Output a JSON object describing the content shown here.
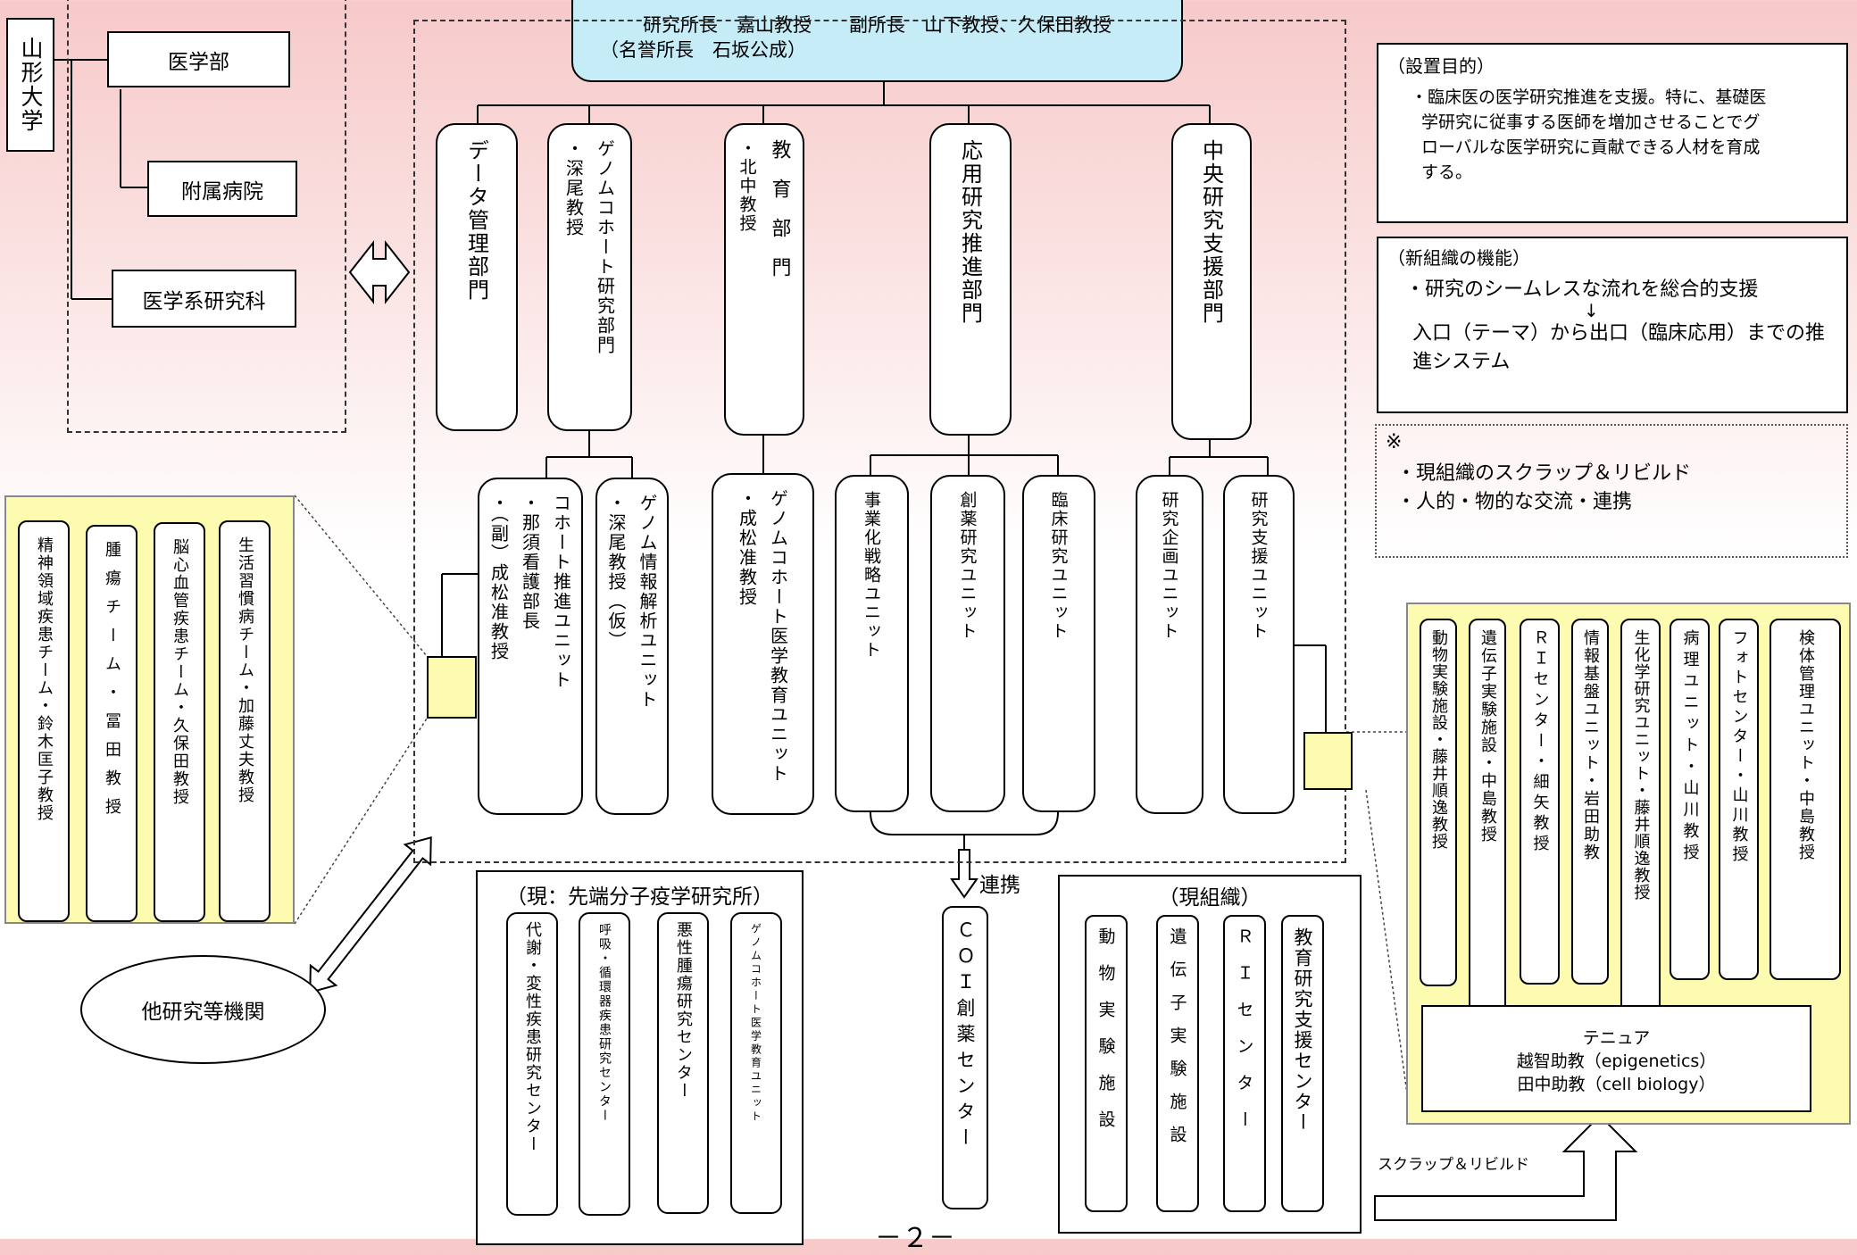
{
  "top": {
    "line1": "研究所長　嘉山教授　　副所長　山下教授、久保田教授",
    "line2": "（名誉所長　石坂公成）"
  },
  "university": {
    "name": "山形大学",
    "branches": [
      "医学部",
      "附属病院",
      "医学系研究科"
    ]
  },
  "divisions": {
    "data": "データ管理部門",
    "genome_title": "ゲノムコホート研究部門",
    "genome_person": "・深尾教授",
    "education_title": "教育部門",
    "education_person": "・北中教授",
    "applied": "応用研究推進部門",
    "central": "中央研究支援部門"
  },
  "units": {
    "cohort_title": "コホート推進ユニット",
    "cohort_p1": "・那須看護部長",
    "cohort_p2": "・（副）成松准教授",
    "genome_info_title": "ゲノム情報解析ユニット",
    "genome_info_person": "・深尾教授（仮）",
    "genome_edu_title": "ゲノムコホート医学教育ユニット",
    "genome_edu_person": "・成松准教授",
    "business": "事業化戦略ユニット",
    "drug": "創薬研究ユニット",
    "clinical": "臨床研究ユニット",
    "planning": "研究企画ユニット",
    "support": "研究支援ユニット"
  },
  "teams": [
    {
      "name": "精神領域疾患チーム・鈴木匡子教授"
    },
    {
      "name": "腫瘍チーム・冨田教授"
    },
    {
      "name": "脳心血管疾患チーム・久保田教授"
    },
    {
      "name": "生活習慣病チーム・加藤丈夫教授"
    }
  ],
  "purpose": {
    "heading": "（設置目的）",
    "text": "・臨床医の医学研究推進を支援。特に、基礎医学研究に従事する医師を増加させることでグローバルな医学研究に貢献できる人材を育成する。"
  },
  "function": {
    "heading": "（新組織の機能）",
    "line1": "・研究のシームレスな流れを総合的支援",
    "arrow": "↓",
    "line2": "入口（テーマ）から出口（臨床応用）までの推進システム"
  },
  "note": {
    "mark": "※",
    "line1": "・現組織のスクラップ＆リビルド",
    "line2": "・人的・物的な交流・連携"
  },
  "support_units": [
    {
      "name": "動物実験施設・藤井順逸教授"
    },
    {
      "name": "遺伝子実験施設・中島教授"
    },
    {
      "name": "ＲＩセンター・細矢教授"
    },
    {
      "name": "情報基盤ユニット・岩田助教"
    },
    {
      "name": "生化学研究ユニット・藤井順逸教授"
    },
    {
      "name": "病理ユニット・山川教授"
    },
    {
      "name": "フォトセンター・山川教授"
    },
    {
      "name": "検体管理ユニット・中島教授"
    }
  ],
  "tenure": {
    "title": "テニュア",
    "line1": "越智助教（epigenetics）",
    "line2": "田中助教（cell biology）"
  },
  "current_institute": {
    "title": "（現：先端分子疫学研究所）",
    "items": [
      {
        "name": "代謝・変性疾患研究センター"
      },
      {
        "name": "呼吸・循環器疾患研究センター"
      },
      {
        "name": "悪性腫瘍研究センター"
      },
      {
        "name": "ゲノムコホート医学教育ユニット"
      }
    ]
  },
  "coi": {
    "name": "ＣＯＩ創薬センター",
    "link": "連携"
  },
  "current_org": {
    "title": "（現組織）",
    "items": [
      {
        "name": "動物実験施設"
      },
      {
        "name": "遺伝子実験施設"
      },
      {
        "name": "ＲＩセンター"
      },
      {
        "name": "教育研究支援センター"
      }
    ]
  },
  "other": {
    "name": "他研究等機関"
  },
  "scrap": {
    "label": "スクラップ＆リビルド"
  },
  "page_number": "－２－"
}
